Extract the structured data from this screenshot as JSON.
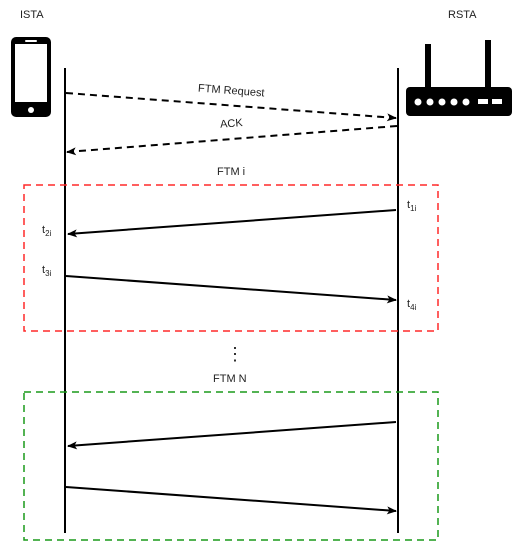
{
  "actors": {
    "initiator": "ISTA",
    "responder": "RSTA"
  },
  "messages": {
    "request": "FTM Request",
    "ack": "ACK"
  },
  "groups": {
    "first": {
      "label": "FTM i",
      "color": "#ff2a2a"
    },
    "last": {
      "label": "FTM N",
      "color": "#1a9a1a"
    }
  },
  "timestamps": {
    "t1": {
      "base": "t",
      "sub": "1i"
    },
    "t2": {
      "base": "t",
      "sub": "2i"
    },
    "t3": {
      "base": "t",
      "sub": "3i"
    },
    "t4": {
      "base": "t",
      "sub": "4i"
    }
  },
  "ellipsis": "⋮",
  "icons": {
    "initiator": "smartphone-icon",
    "responder": "router-icon"
  }
}
